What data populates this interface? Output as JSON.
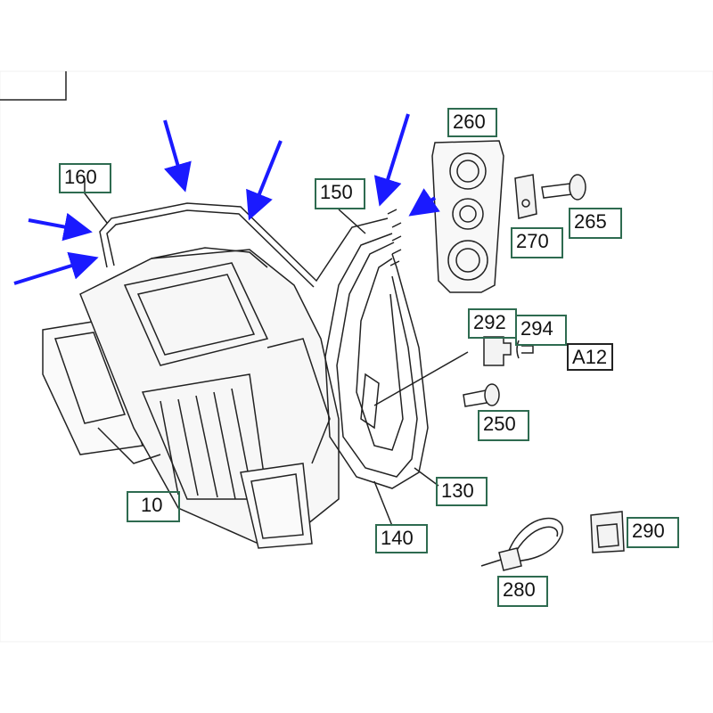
{
  "colors": {
    "label_border": "#2e6b50",
    "arrow": "#1a1aff",
    "line": "#222222"
  },
  "labels": {
    "l160": "160",
    "l150": "150",
    "l260": "260",
    "l270": "270",
    "l265": "265",
    "l292": "292",
    "l294": "294",
    "lA12": "A12",
    "l250": "250",
    "l130": "130",
    "l10": "10",
    "l140": "140",
    "l290": "290",
    "l280": "280"
  }
}
